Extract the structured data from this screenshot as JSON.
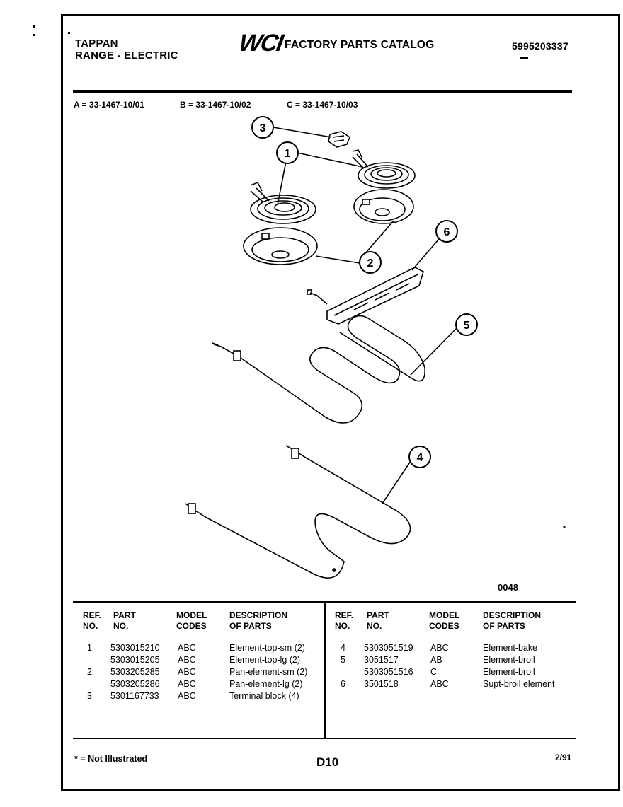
{
  "header": {
    "brand": "TAPPAN",
    "product": "RANGE - ELECTRIC",
    "logo": "WCI",
    "catalog_title": "FACTORY PARTS CATALOG",
    "catalog_number": "5995203337"
  },
  "models": [
    {
      "label": "A = 33-1467-10/01"
    },
    {
      "label": "B = 33-1467-10/02"
    },
    {
      "label": "C = 33-1467-10/03"
    }
  ],
  "diagram": {
    "callouts": [
      "1",
      "2",
      "3",
      "4",
      "5",
      "6"
    ],
    "figure_code": "0048"
  },
  "table": {
    "headers": {
      "ref": [
        "REF.",
        "NO."
      ],
      "part": [
        "PART",
        "NO."
      ],
      "model": [
        "MODEL",
        "CODES"
      ],
      "desc": [
        "DESCRIPTION",
        "OF PARTS"
      ]
    },
    "left_rows": [
      {
        "ref": "1",
        "part": "5303015210",
        "codes": "ABC",
        "desc": "Element-top-sm (2)"
      },
      {
        "ref": "",
        "part": "5303015205",
        "codes": "ABC",
        "desc": "Element-top-lg (2)"
      },
      {
        "ref": "2",
        "part": "5303205285",
        "codes": "ABC",
        "desc": "Pan-element-sm (2)"
      },
      {
        "ref": "",
        "part": "5303205286",
        "codes": "ABC",
        "desc": "Pan-element-lg (2)"
      },
      {
        "ref": "3",
        "part": "5301167733",
        "codes": "ABC",
        "desc": "Terminal block (4)"
      }
    ],
    "right_rows": [
      {
        "ref": "4",
        "part": "5303051519",
        "codes": "ABC",
        "desc": "Element-bake"
      },
      {
        "ref": "5",
        "part": "3051517",
        "codes": "AB",
        "desc": "Element-broil"
      },
      {
        "ref": "",
        "part": "5303051516",
        "codes": "C",
        "desc": "Element-broil"
      },
      {
        "ref": "6",
        "part": "3501518",
        "codes": "ABC",
        "desc": "Supt-broil element"
      }
    ]
  },
  "footer": {
    "note": "* = Not Illustrated",
    "page": "D10",
    "date": "2/91"
  }
}
